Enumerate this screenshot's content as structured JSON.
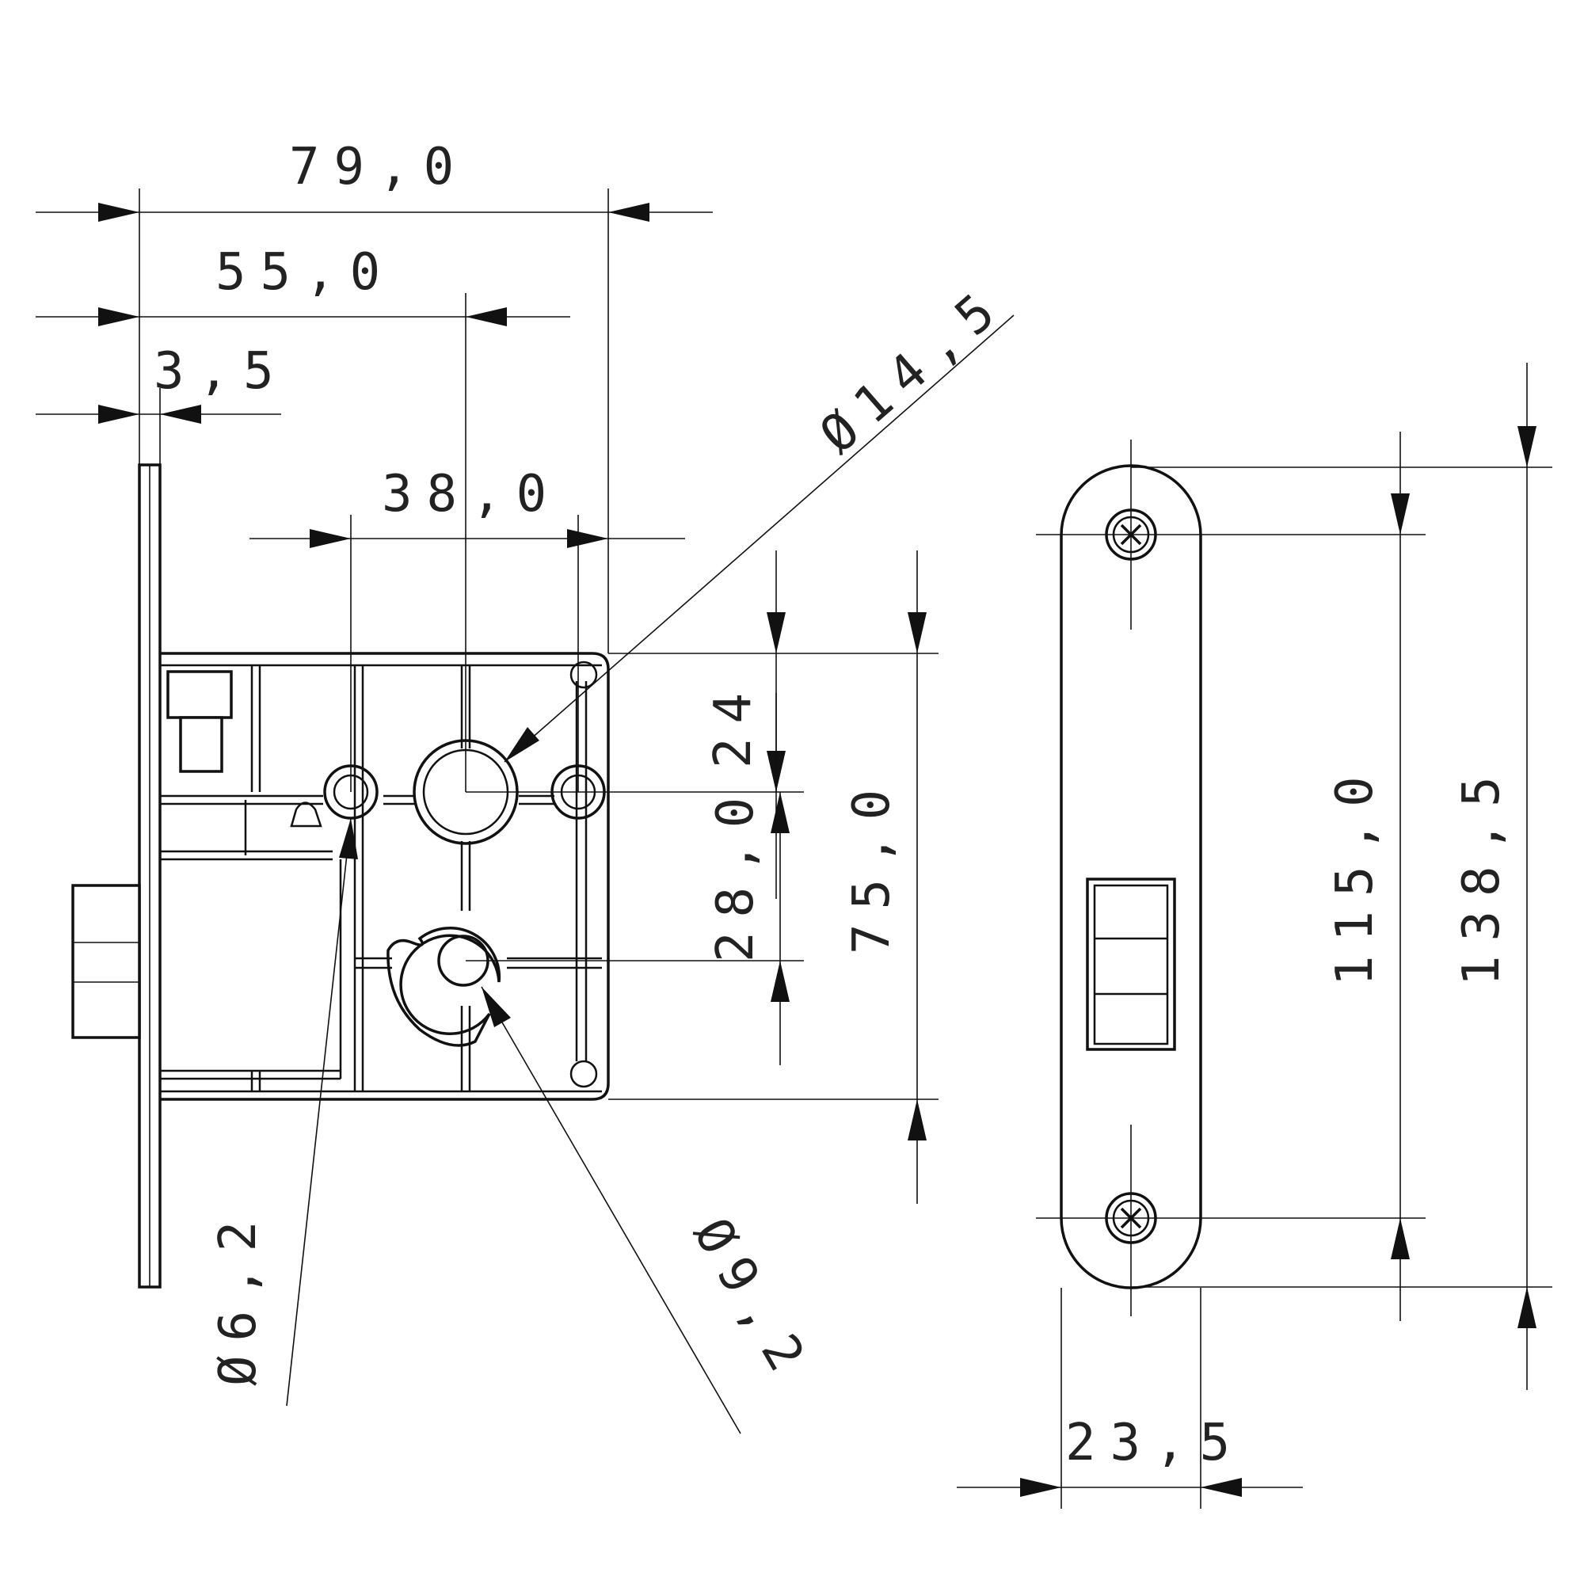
{
  "dimensions": {
    "d79": "79,0",
    "d55": "55,0",
    "d35": "3,5",
    "d38": "38,0",
    "dia145": "Ø14,5",
    "d24": "24",
    "d28": "28,0",
    "d75": "75,0",
    "dia62": "Ø6,2",
    "dia92": "Ø9,2",
    "d115": "115,0",
    "d1385": "138,5",
    "d235": "23,5"
  }
}
